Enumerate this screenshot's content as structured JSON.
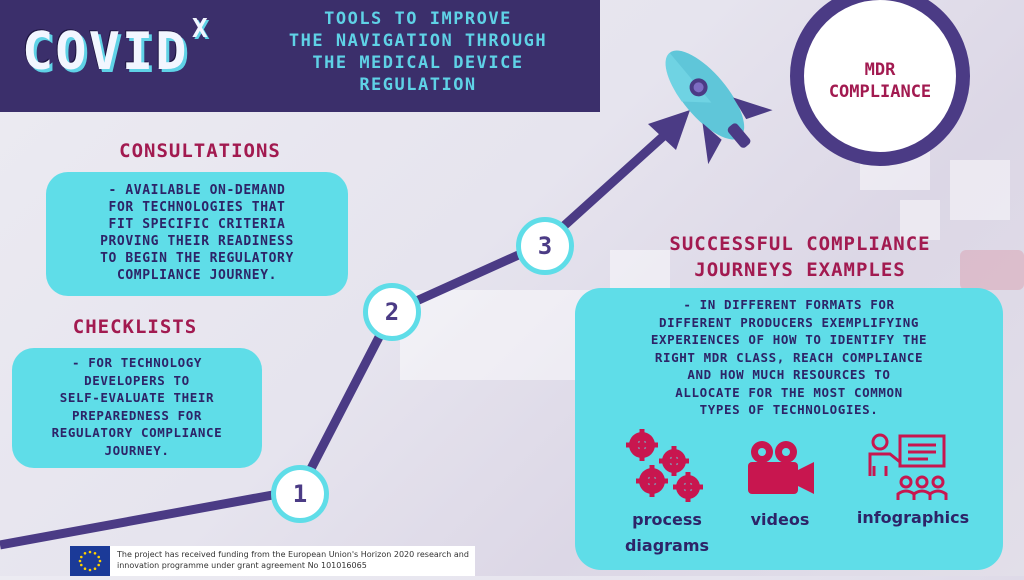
{
  "header": {
    "logo": "COVID",
    "logo_sup": "X",
    "title": "TOOLS TO IMPROVE\nTHE NAVIGATION THROUGH\nTHE MEDICAL DEVICE\nREGULATION"
  },
  "goal": {
    "label": "MDR\nCOMPLIANCE"
  },
  "steps": [
    "1",
    "2",
    "3"
  ],
  "consultations": {
    "title": "CONSULTATIONS",
    "text": "- AVAILABLE ON-DEMAND\nFOR TECHNOLOGIES THAT\nFIT SPECIFIC CRITERIA\nPROVING THEIR READINESS\nTO BEGIN THE REGULATORY\nCOMPLIANCE JOURNEY."
  },
  "checklists": {
    "title": "CHECKLISTS",
    "text": "- FOR TECHNOLOGY\nDEVELOPERS TO\nSELF-EVALUATE THEIR\nPREPAREDNESS FOR\nREGULATORY COMPLIANCE\nJOURNEY."
  },
  "examples": {
    "title": "SUCCESSFUL COMPLIANCE\nJOURNEYS EXAMPLES",
    "text": "- IN DIFFERENT FORMATS FOR\nDIFFERENT PRODUCERS EXEMPLIFYING\nEXPERIENCES OF HOW TO IDENTIFY THE\nRIGHT MDR CLASS, REACH COMPLIANCE\nAND HOW MUCH RESOURCES TO\nALLOCATE FOR THE MOST COMMON\nTYPES OF TECHNOLOGIES.",
    "formats": [
      {
        "label": "process\ndiagrams",
        "icon": "gears-icon"
      },
      {
        "label": "videos",
        "icon": "video-camera-icon"
      },
      {
        "label": "infographics",
        "icon": "presentation-icon"
      }
    ]
  },
  "footer": {
    "text": "The  project has received funding from the European Union's Horizon 2020 research and innovation programme under grant agreement No 101016065"
  },
  "colors": {
    "navy": "#3b2f6b",
    "cyan": "#5fdde8",
    "magenta": "#a21a50",
    "purple": "#4b3b85"
  }
}
